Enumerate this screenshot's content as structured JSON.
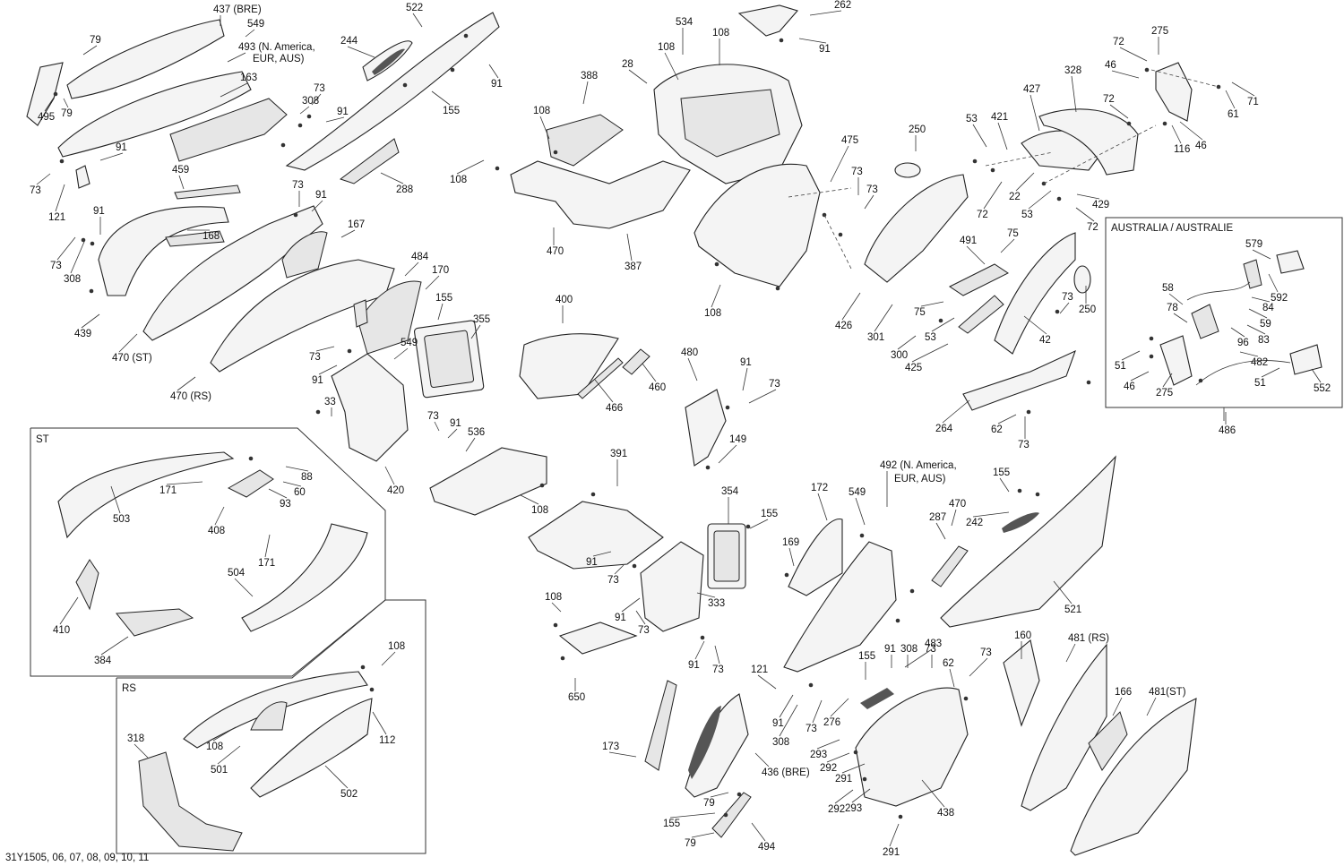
{
  "diagram": {
    "footer_code": "31Y1505, 06, 07, 08, 09, 10, 11",
    "inset_labels": {
      "st": "ST",
      "rs": "RS",
      "australia": "AUSTRALIA / AUSTRALIE"
    },
    "callouts": [
      "437 (BRE)",
      "549",
      "79",
      "79",
      "495",
      "493 (N. America,",
      "EUR, AUS)",
      "163",
      "73",
      "308",
      "91",
      "91",
      "73",
      "121",
      "244",
      "522",
      "91",
      "155",
      "288",
      "459",
      "73",
      "91",
      "167",
      "91",
      "168",
      "73",
      "308",
      "439",
      "470 (ST)",
      "484",
      "170",
      "470 (RS)",
      "155",
      "355",
      "73",
      "549",
      "91",
      "33",
      "73",
      "91",
      "420",
      "536",
      "108",
      "262",
      "91",
      "534",
      "108",
      "108",
      "28",
      "388",
      "108",
      "108",
      "470",
      "387",
      "475",
      "250",
      "73",
      "73",
      "108",
      "400",
      "466",
      "460",
      "480",
      "91",
      "73",
      "149",
      "53",
      "421",
      "427",
      "328",
      "72",
      "72",
      "275",
      "46",
      "71",
      "61",
      "116",
      "46",
      "22",
      "72",
      "429",
      "53",
      "72",
      "491",
      "75",
      "426",
      "301",
      "73",
      "250",
      "75",
      "53",
      "300",
      "42",
      "425",
      "264",
      "62",
      "73",
      "579",
      "592",
      "58",
      "78",
      "84",
      "59",
      "83",
      "96",
      "482",
      "51",
      "46",
      "275",
      "51",
      "552",
      "486",
      "391",
      "354",
      "155",
      "91",
      "73",
      "333",
      "108",
      "91",
      "73",
      "91",
      "73",
      "650",
      "172",
      "549",
      "492 (N. America,",
      "EUR, AUS)",
      "155",
      "470",
      "287",
      "242",
      "169",
      "521",
      "121",
      "91",
      "308",
      "73",
      "91",
      "308",
      "73",
      "483",
      "155",
      "62",
      "73",
      "276",
      "293",
      "292",
      "291",
      "293",
      "292",
      "291",
      "438",
      "160",
      "481 (RS)",
      "166",
      "481(ST)",
      "173",
      "436 (BRE)",
      "79",
      "155",
      "79",
      "494",
      "171",
      "88",
      "60",
      "93",
      "503",
      "408",
      "171",
      "504",
      "410",
      "384",
      "108",
      "318",
      "108",
      "501",
      "112",
      "502"
    ]
  }
}
